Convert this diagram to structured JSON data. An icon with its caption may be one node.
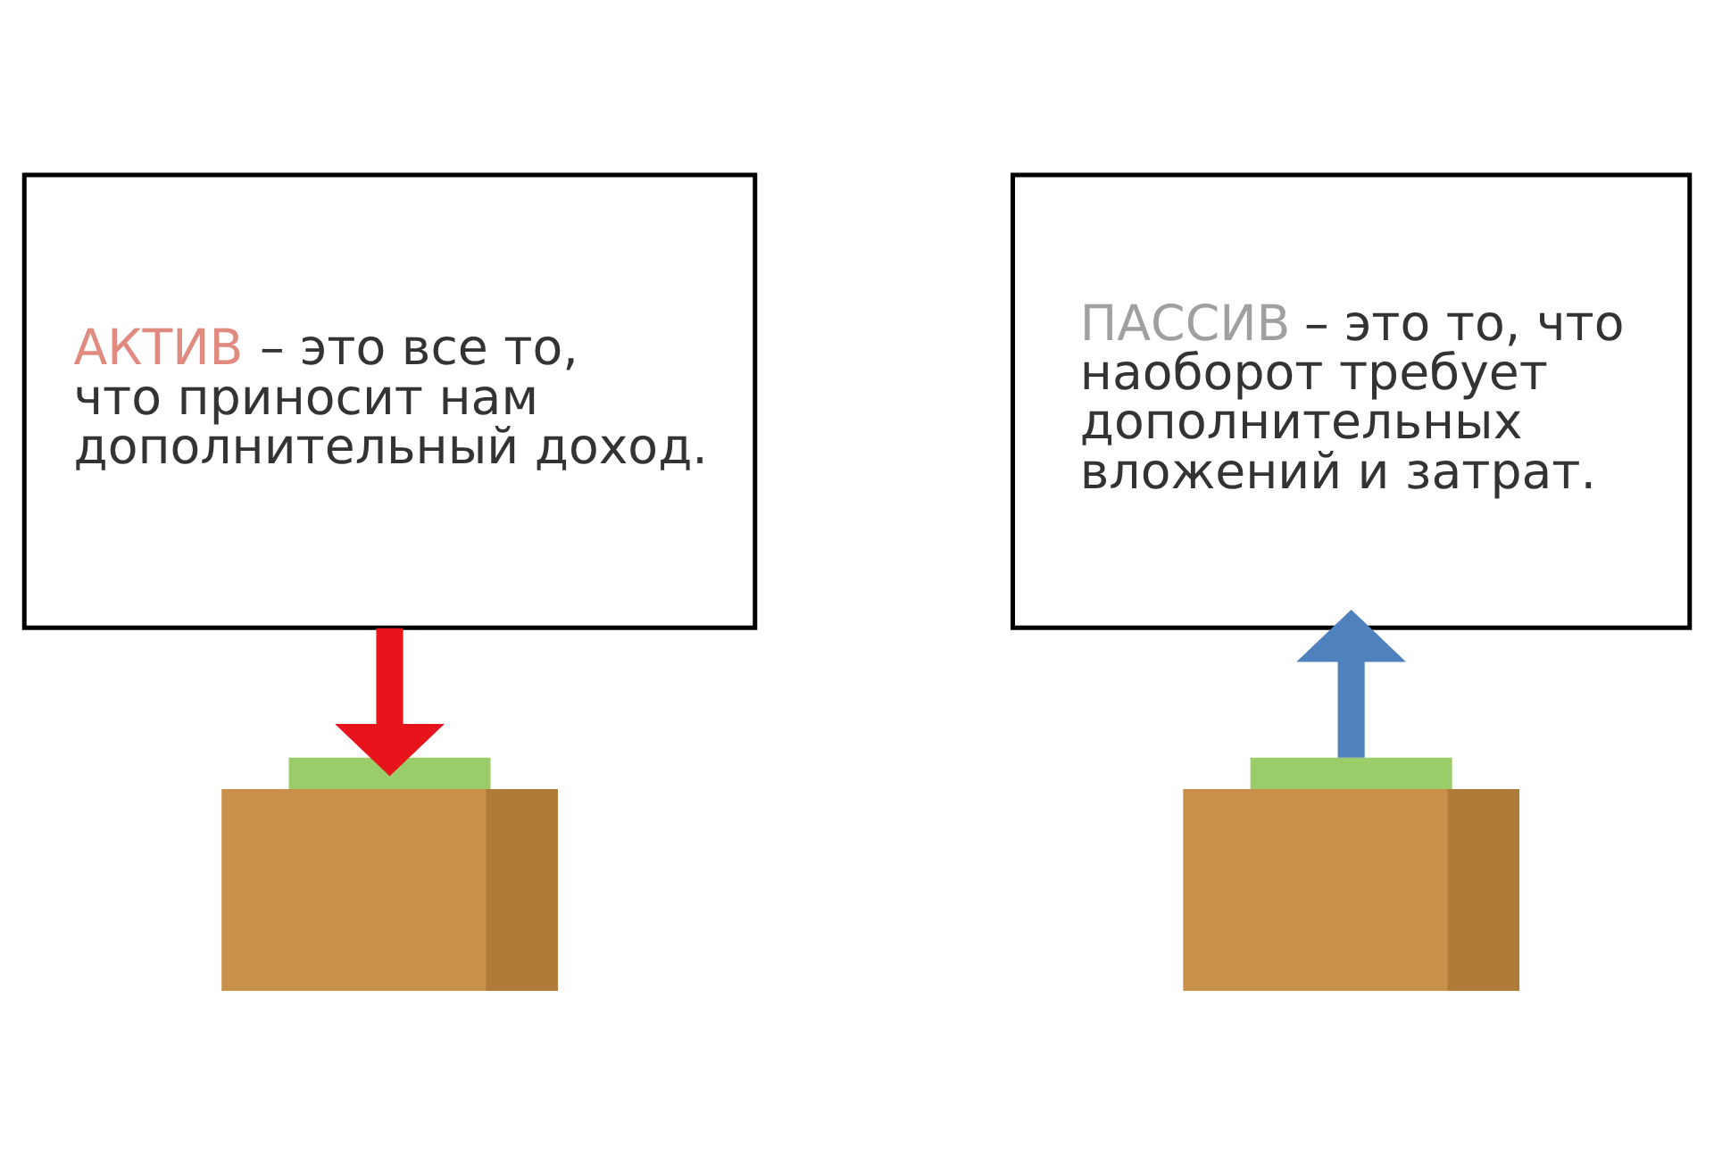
{
  "diagram": {
    "nodes": [
      {
        "text": [
          "АКТИВ – это все то, что приносит нам дополнительный доход."
        ]
      },
      {
        "text": [
          "ПАССИВ – это то, что наоборот требует дополнительных вложений и затрат."
        ]
      },
      {
        "text": [],
        "shape": "picture"
      },
      {
        "text": [],
        "shape": "picture"
      }
    ],
    "edges": [
      {
        "from": 0,
        "to": 2,
        "arrow": "to",
        "color": "#e8141b"
      },
      {
        "from": 3,
        "to": 1,
        "arrow": "to",
        "color": "#4f81bd"
      }
    ]
  }
}
